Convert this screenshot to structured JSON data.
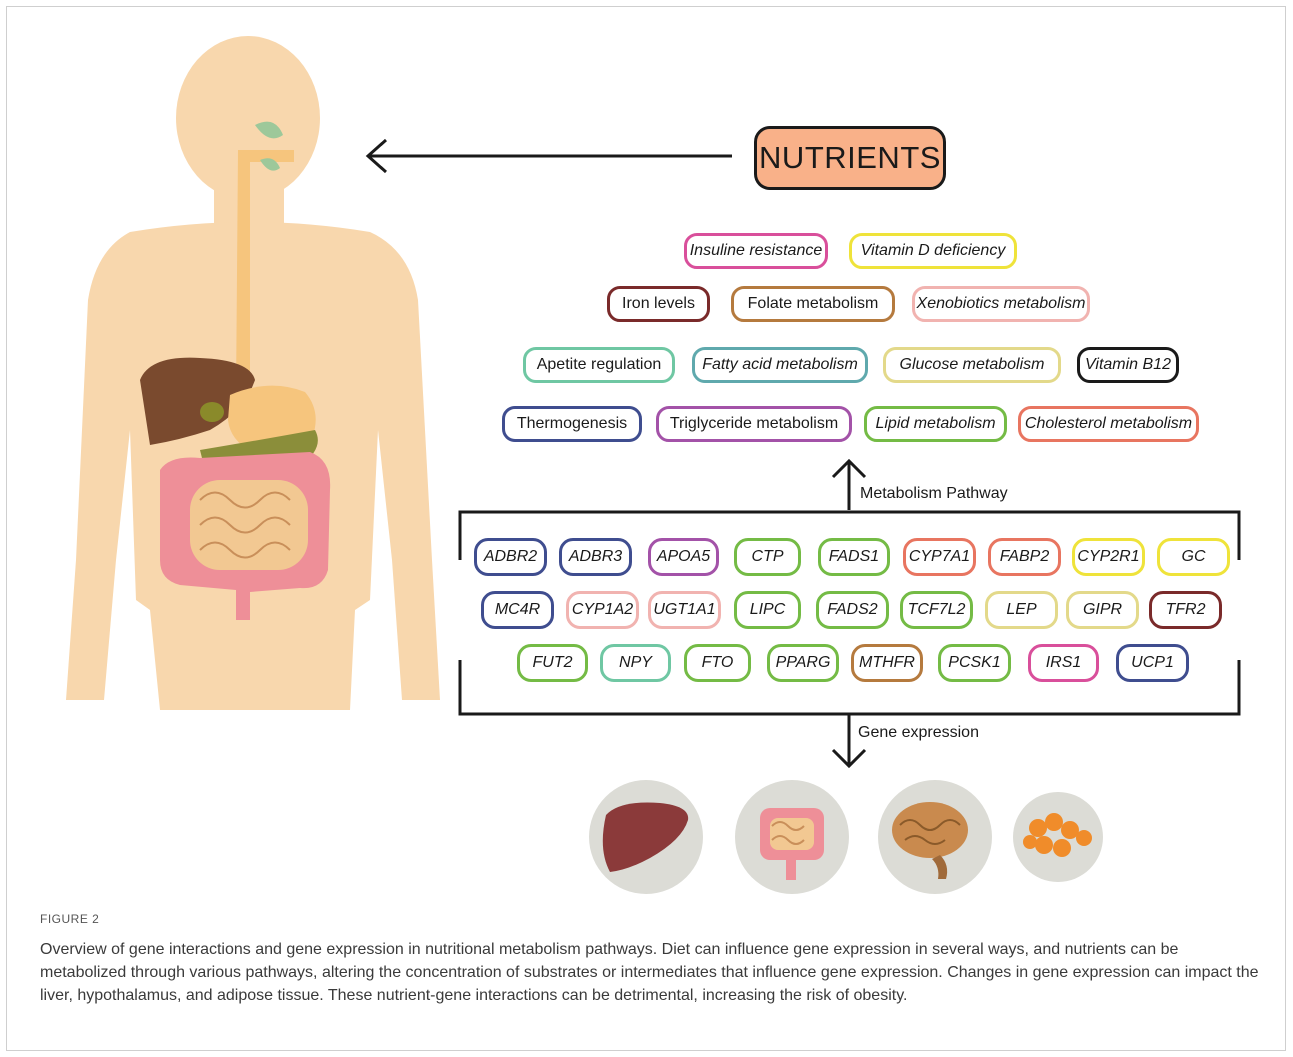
{
  "nutrients_label": "NUTRIENTS",
  "pathway_label": "Metabolism Pathway",
  "expression_label": "Gene expression",
  "conditions": [
    {
      "text": "Insuline resistance",
      "italic": true,
      "color": "#d94f9b"
    },
    {
      "text": "Vitamin D deficiency",
      "italic": true,
      "color": "#efe33a"
    },
    {
      "text": "Iron levels",
      "italic": false,
      "color": "#7a2a2a"
    },
    {
      "text": "Folate metabolism",
      "italic": false,
      "color": "#b57a3e"
    },
    {
      "text": "Xenobiotics metabolism",
      "italic": true,
      "color": "#f1b3b0"
    },
    {
      "text": "Apetite regulation",
      "italic": false,
      "color": "#6fc7a3"
    },
    {
      "text": "Fatty acid metabolism",
      "italic": true,
      "color": "#5fa9ad"
    },
    {
      "text": "Glucose metabolism",
      "italic": true,
      "color": "#e3d98a"
    },
    {
      "text": "Vitamin B12",
      "italic": true,
      "color": "#1a1a1a"
    },
    {
      "text": "Thermogenesis",
      "italic": false,
      "color": "#3f4d8f"
    },
    {
      "text": "Triglyceride metabolism",
      "italic": false,
      "color": "#a352a8"
    },
    {
      "text": "Lipid metabolism",
      "italic": true,
      "color": "#74bb45"
    },
    {
      "text": "Cholesterol metabolism",
      "italic": true,
      "color": "#e87560"
    }
  ],
  "genes": [
    {
      "text": "ADBR2",
      "color": "#3f4d8f"
    },
    {
      "text": "ADBR3",
      "color": "#3f4d8f"
    },
    {
      "text": "APOA5",
      "color": "#a352a8"
    },
    {
      "text": "CTP",
      "color": "#74bb45"
    },
    {
      "text": "FADS1",
      "color": "#74bb45"
    },
    {
      "text": "CYP7A1",
      "color": "#e87560"
    },
    {
      "text": "FABP2",
      "color": "#e87560"
    },
    {
      "text": "CYP2R1",
      "color": "#efe33a"
    },
    {
      "text": "GC",
      "color": "#efe33a"
    },
    {
      "text": "MC4R",
      "color": "#3f4d8f"
    },
    {
      "text": "CYP1A2",
      "color": "#f1b3b0"
    },
    {
      "text": "UGT1A1",
      "color": "#f1b3b0"
    },
    {
      "text": "LIPC",
      "color": "#74bb45"
    },
    {
      "text": "FADS2",
      "color": "#74bb45"
    },
    {
      "text": "TCF7L2",
      "color": "#74bb45"
    },
    {
      "text": "LEP",
      "color": "#e3d98a"
    },
    {
      "text": "GIPR",
      "color": "#e3d98a"
    },
    {
      "text": "TFR2",
      "color": "#7a2a2a"
    },
    {
      "text": "FUT2",
      "color": "#74bb45"
    },
    {
      "text": "NPY",
      "color": "#6fc7a3"
    },
    {
      "text": "FTO",
      "color": "#74bb45"
    },
    {
      "text": "PPARG",
      "color": "#74bb45"
    },
    {
      "text": "MTHFR",
      "color": "#b57a3e"
    },
    {
      "text": "PCSK1",
      "color": "#74bb45"
    },
    {
      "text": "IRS1",
      "color": "#d94f9b"
    },
    {
      "text": "UCP1",
      "color": "#3f4d8f"
    }
  ],
  "caption_title": "FIGURE 2",
  "caption": "Overview of gene interactions and gene expression in nutritional metabolism pathways. Diet can influence gene expression in several ways, and nutrients can be metabolized through various pathways, altering the concentration of substrates or intermediates that influence gene expression. Changes in gene expression can impact the liver, hypothalamus, and adipose tissue. These nutrient-gene interactions can be detrimental, increasing the risk of obesity."
}
